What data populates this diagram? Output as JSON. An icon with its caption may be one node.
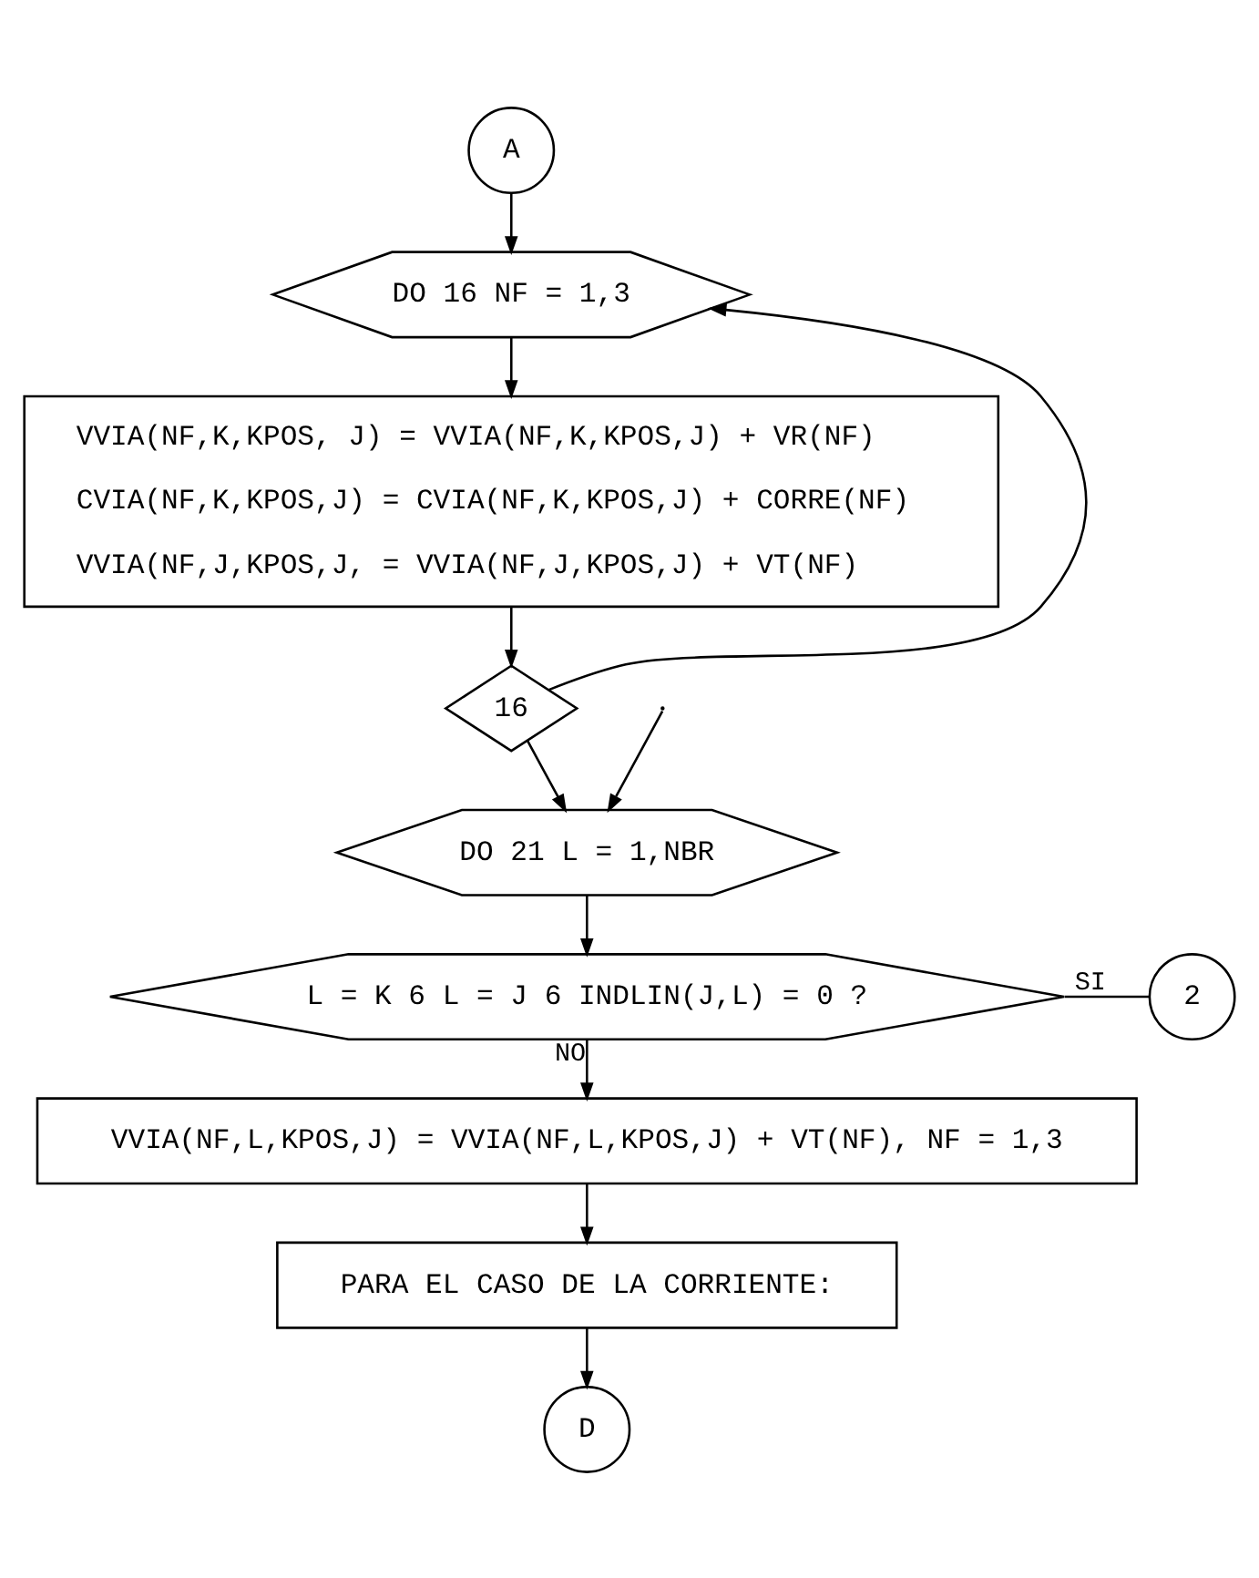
{
  "diagram": {
    "nodes": [
      {
        "text": [
          "A"
        ]
      },
      {
        "text": [
          "DO 16 NF = 1,3"
        ]
      },
      {
        "text": [
          "VVIA(NF,K,KPOS, J) = VVIA(NF,K,KPOS,J) + VR(NF)",
          "CVIA(NF,K,KPOS,J) = CVIA(NF,K,KPOS,J) + CORRE(NF)",
          "VVIA(NF,J,KPOS,J, = VVIA(NF,J,KPOS,J) + VT(NF)"
        ]
      },
      {
        "text": [
          "16"
        ]
      },
      {
        "text": [
          "DO 21 L = 1,NBR"
        ]
      },
      {
        "text": [
          "L = K 6 L = J 6 INDLIN(J,L) = 0 ?"
        ]
      },
      {
        "text": [
          "2"
        ]
      },
      {
        "text": [
          "VVIA(NF,L,KPOS,J) = VVIA(NF,L,KPOS,J) + VT(NF), NF = 1,3"
        ]
      },
      {
        "text": [
          "PARA EL CASO DE LA CORRIENTE:"
        ]
      },
      {
        "text": [
          "D"
        ]
      }
    ],
    "edges": [
      {
        "from": 0,
        "to": 1,
        "arrow": "to"
      },
      {
        "from": 1,
        "to": 2,
        "arrow": "to"
      },
      {
        "from": 2,
        "to": 3,
        "arrow": "to"
      },
      {
        "from": 3,
        "to": 1,
        "arrow": "to"
      },
      {
        "from": 3,
        "to": 4,
        "arrow": "to"
      },
      {
        "from": null,
        "to": 4,
        "arrow": "to"
      },
      {
        "from": 4,
        "to": 5,
        "arrow": "to"
      },
      {
        "from": 5,
        "to": 6,
        "arrow": "none",
        "label": "SI"
      },
      {
        "from": 5,
        "to": 7,
        "arrow": "to",
        "label": "NO"
      },
      {
        "from": 7,
        "to": 8,
        "arrow": "to"
      },
      {
        "from": 8,
        "to": 9,
        "arrow": "to"
      }
    ]
  }
}
